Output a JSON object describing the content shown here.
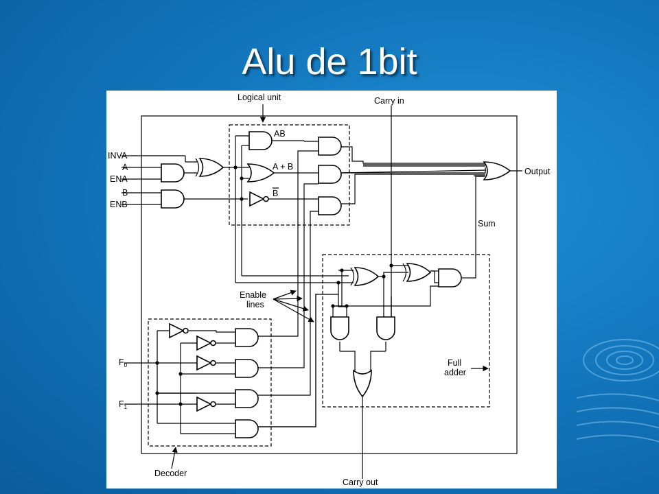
{
  "slide": {
    "title": "Alu de 1bit",
    "background_color": "#1172b8",
    "title_color": "#ffffff"
  },
  "diagram": {
    "labels": {
      "logical_unit": "Logical unit",
      "carry_in": "Carry in",
      "inva": "INVA",
      "a": "A",
      "ena": "ENA",
      "b": "B",
      "enb": "ENB",
      "ab": "AB",
      "a_plus_b": "A + B",
      "b_bar": "B",
      "output": "Output",
      "sum": "Sum",
      "enable": "Enable",
      "lines": "lines",
      "f": "F",
      "f0_sub": "0",
      "f1_sub": "1",
      "full": "Full",
      "adder": "adder",
      "decoder": "Decoder",
      "carry_out": "Carry out"
    }
  }
}
